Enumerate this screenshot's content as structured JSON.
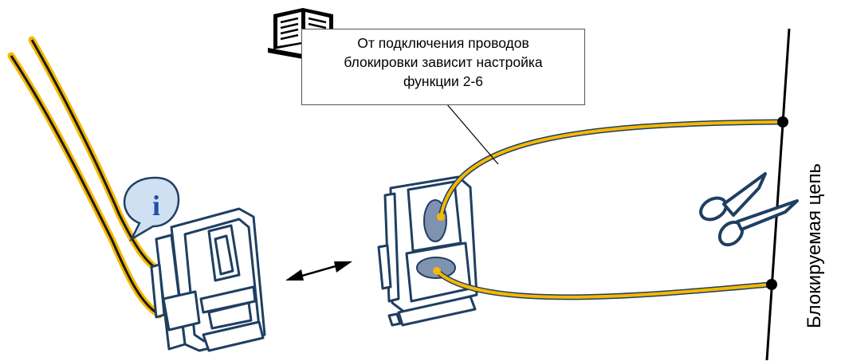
{
  "note": {
    "lines": [
      "От подключения проводов",
      "блокировки зависит настройка",
      "функции 2-6"
    ]
  },
  "circuit": {
    "label": "Блокируемая цепь"
  },
  "info_badge": {
    "glyph": "i"
  },
  "colors": {
    "wire_outer": "#1a1a1a",
    "wire_inner": "#f5b800",
    "connector_outline": "#1f3f62",
    "contact_fill": "#7f93b0",
    "info_blue": "#1f4fa8",
    "info_bubble": "#cfe0f2"
  },
  "icons": [
    "book-icon",
    "info-icon",
    "scissors-icon",
    "double-arrow-icon"
  ]
}
